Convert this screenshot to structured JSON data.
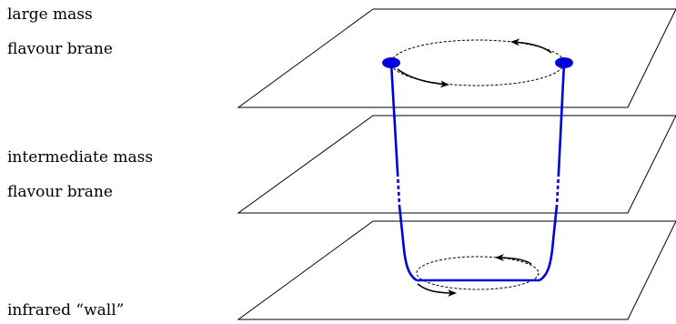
{
  "labels": {
    "large_mass_line1": "large mass",
    "large_mass_line2": "flavour brane",
    "intermediate_line1": "intermediate mass",
    "intermediate_line2": "flavour brane",
    "infrared": "infrared “wall”"
  },
  "colors": {
    "brane_outline": "#000000",
    "string": "#0000dd",
    "endpoint": "#0000dd",
    "arrow": "#000000",
    "dashed_ellipse": "#000000"
  }
}
